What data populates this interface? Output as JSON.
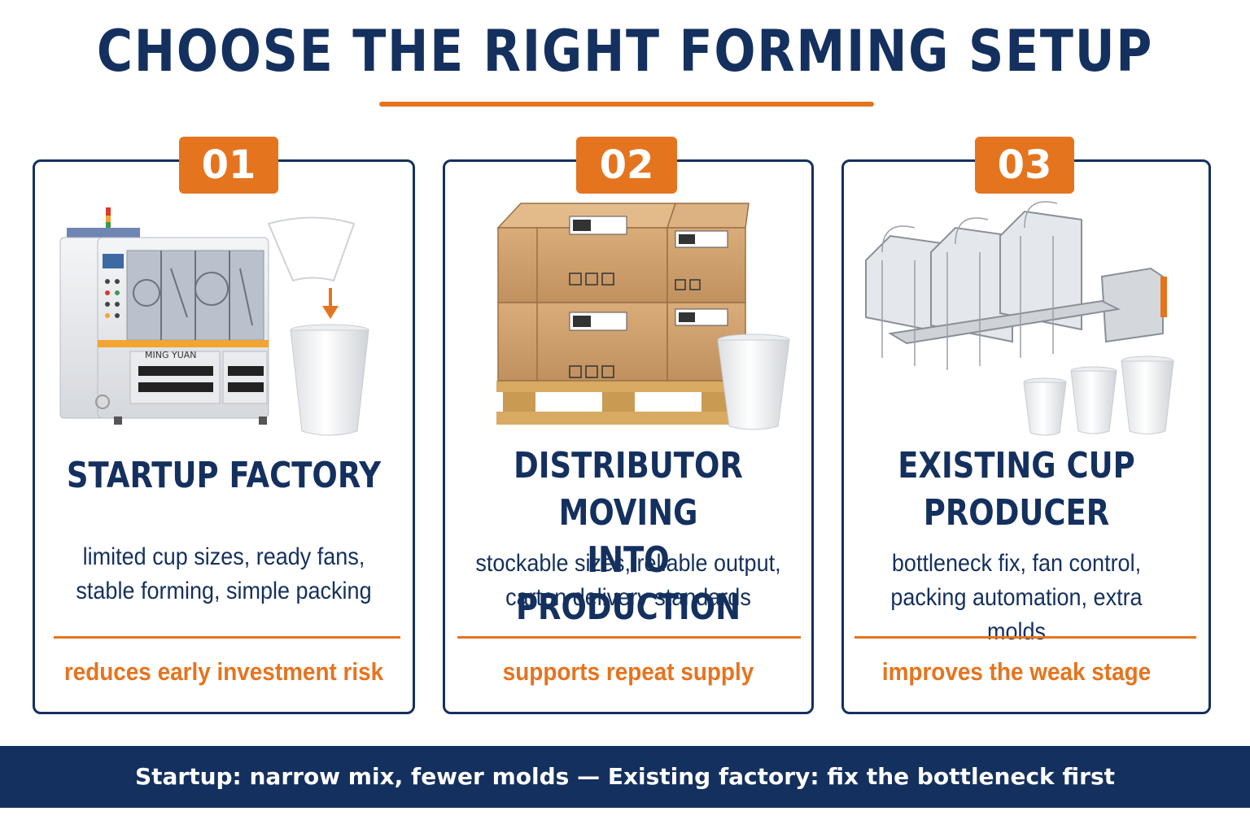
{
  "page": {
    "title": "CHOOSE THE RIGHT FORMING SETUP",
    "colors": {
      "navy": "#14305e",
      "orange": "#e5741f",
      "background": "#ffffff"
    }
  },
  "cards": [
    {
      "number": "01",
      "heading_lines": [
        "STARTUP FACTORY"
      ],
      "description_lines": [
        "limited cup sizes, ready fans,",
        "stable forming, simple packing"
      ],
      "benefit": "reduces early investment risk",
      "illustration": "cup-forming-machine-with-paper-fan-and-cup",
      "machine_brand": "MING YUAN"
    },
    {
      "number": "02",
      "heading_lines": [
        "DISTRIBUTOR MOVING",
        "INTO PRODUCTION"
      ],
      "description_lines": [
        "stockable sizes, reliable output,",
        "carton delivery standards"
      ],
      "benefit": "supports repeat supply",
      "illustration": "palletized-cartons-with-paper-cup"
    },
    {
      "number": "03",
      "heading_lines": [
        "EXISTING CUP",
        "PRODUCER"
      ],
      "description_lines": [
        "bottleneck fix, fan control,",
        "packing automation, extra molds"
      ],
      "benefit": "improves the weak stage",
      "illustration": "automated-production-line-with-three-cups"
    }
  ],
  "footer": {
    "text": "Startup: narrow mix, fewer molds — Existing factory: fix the bottleneck first"
  }
}
